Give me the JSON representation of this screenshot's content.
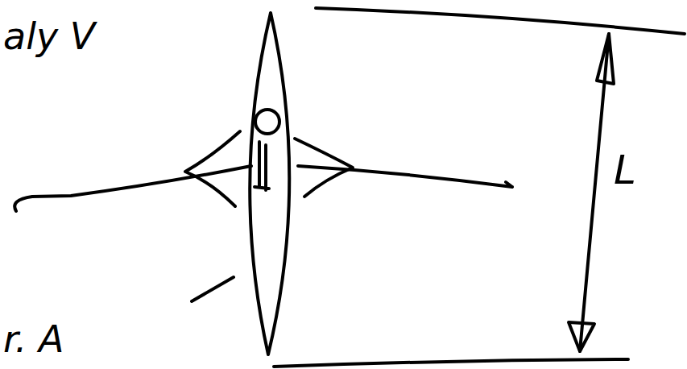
{
  "diagram": {
    "labels": [
      "aly V",
      "r. A",
      "L"
    ]
  }
}
